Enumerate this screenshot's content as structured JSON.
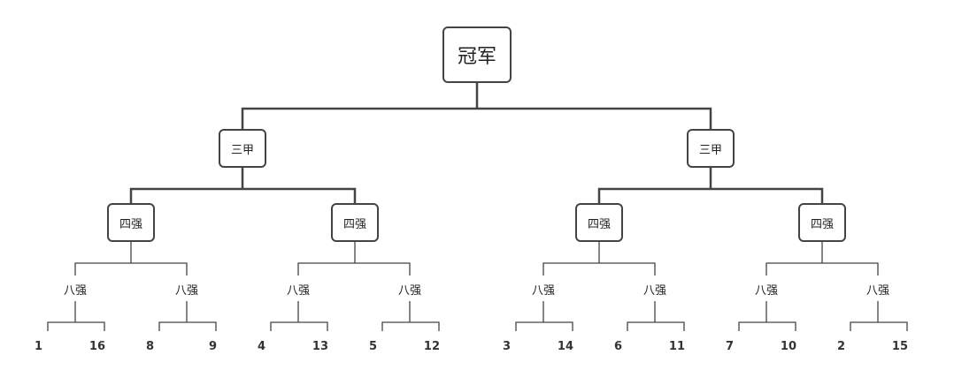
{
  "champion": "冠军",
  "semi_label": "三甲",
  "quarter_label": "四强",
  "eighth_label": "八强",
  "line_color": "#444444",
  "matchups": [
    [
      "1",
      "16"
    ],
    [
      "8",
      "9"
    ],
    [
      "4",
      "13"
    ],
    [
      "5",
      "12"
    ],
    [
      "3",
      "14"
    ],
    [
      "6",
      "11"
    ],
    [
      "7",
      "10"
    ],
    [
      "2",
      "15"
    ]
  ]
}
